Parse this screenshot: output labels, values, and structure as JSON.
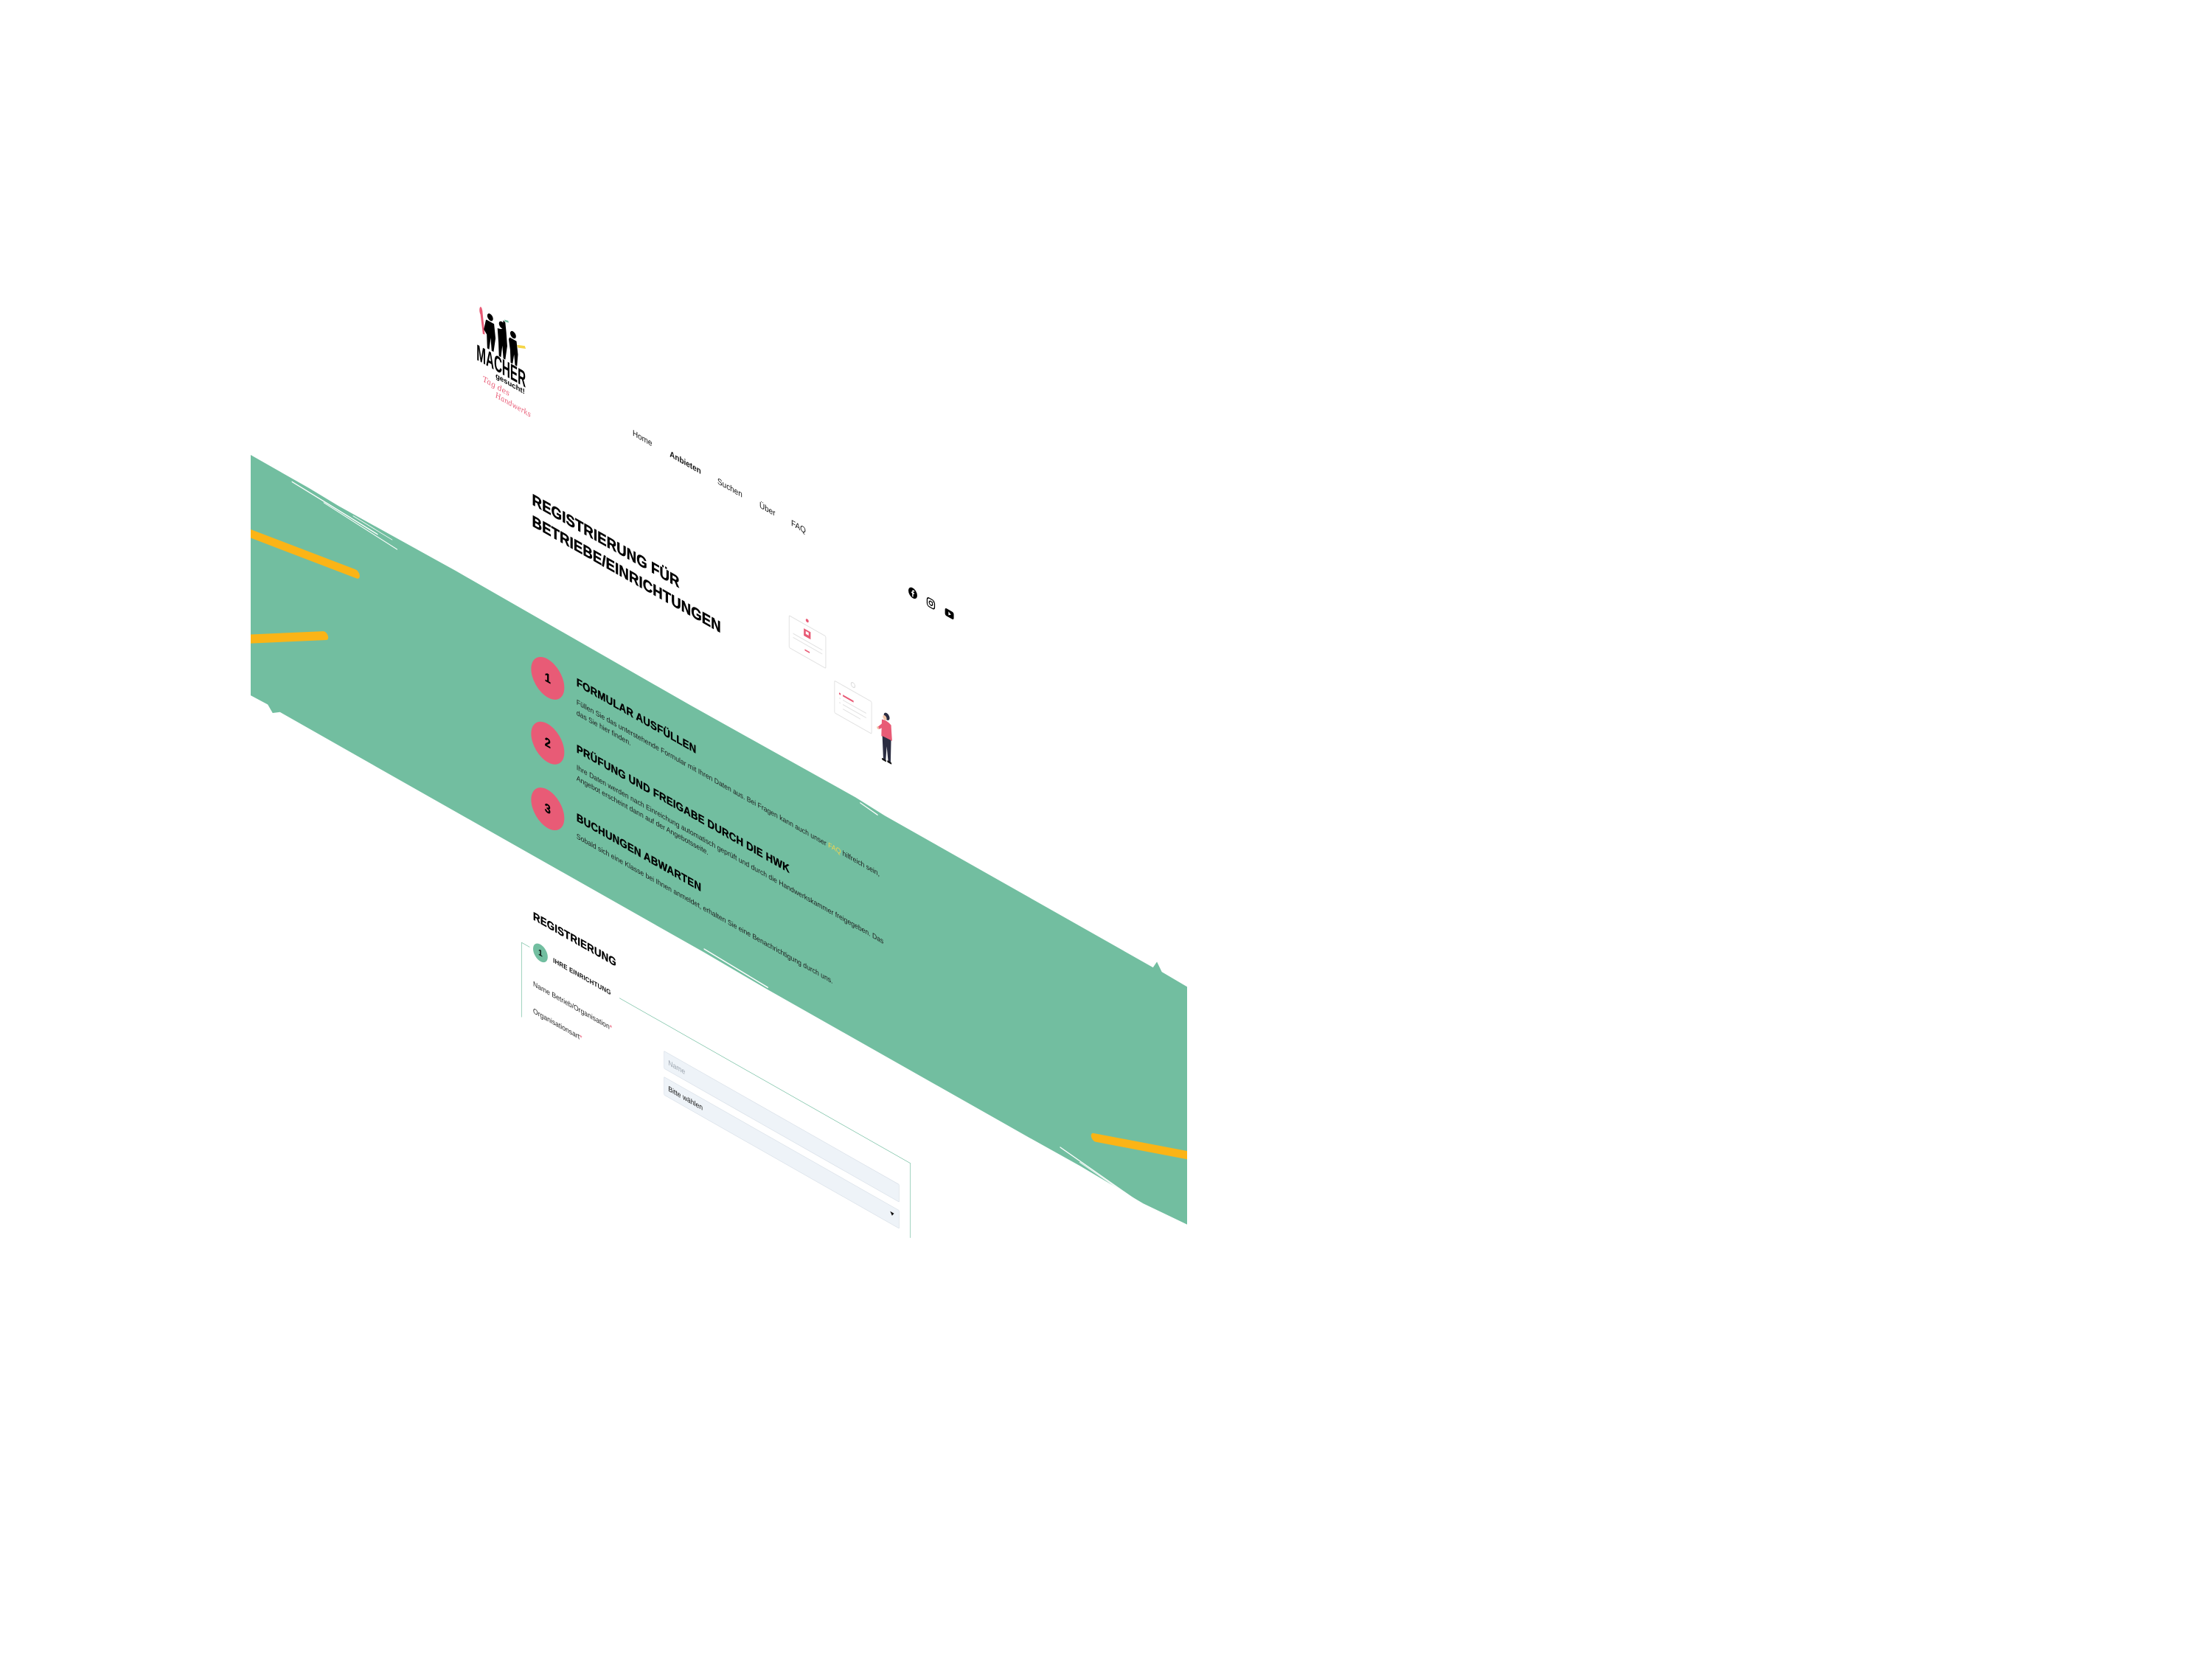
{
  "logo": {
    "title": "MACHER",
    "subtitle": "gesucht!",
    "tagline_line1": "Tag des",
    "tagline_line2": "Handwerks"
  },
  "nav": {
    "items": [
      {
        "label": "Home",
        "active": false
      },
      {
        "label": "Anbieten",
        "active": true
      },
      {
        "label": "Suchen",
        "active": false
      },
      {
        "label": "Über",
        "active": false
      },
      {
        "label": "FAQ",
        "active": false
      }
    ]
  },
  "social": [
    {
      "name": "facebook",
      "icon": "facebook-icon"
    },
    {
      "name": "instagram",
      "icon": "instagram-icon"
    },
    {
      "name": "youtube",
      "icon": "youtube-icon"
    }
  ],
  "hero": {
    "title_line1": "REGISTRIERUNG FÜR",
    "title_line2": "BETRIEBE/EINRICHTUNGEN"
  },
  "steps": [
    {
      "number": "1",
      "title": "FORMULAR AUSFÜLLEN",
      "line1_pre": "Füllen Sie das unterstehende Formular mit Ihren Daten aus. Bei Fragen kann auch unser ",
      "link": "FAQ",
      "line1_post": " hilfreich sein,",
      "line2": "das Sie hier finden."
    },
    {
      "number": "2",
      "title": "PRÜFUNG UND FREIGABE DURCH DIE HWK",
      "line1": "Ihre Daten werden nach Einreichung automatisch geprüft und durch die Handwerkskammer freigegeben. Das",
      "line2": "Angebot erscheint dann auf der Angebotsseite."
    },
    {
      "number": "3",
      "title": "BUCHUNGEN ABWARTEN",
      "line1": "Sobald sich eine Klasse bei Ihnen anmeldet, erhalten Sie eine Benachrichtigung durch uns."
    }
  ],
  "form": {
    "title": "REGISTRIERUNG",
    "section": {
      "number": "1",
      "label": "IHRE EINRICHTUNG"
    },
    "fields": [
      {
        "label": "Name Betrieb/Organisation",
        "required": "*",
        "placeholder": "Name",
        "value": ""
      },
      {
        "label": "Organisationsart",
        "required": "*",
        "value": "Bitte wählen"
      }
    ]
  },
  "colors": {
    "band_green": "#72bea0",
    "step_pink": "#e85b76",
    "brush_yellow": "#fbb416",
    "link_yellow": "#f3d54e",
    "input_bg": "#eef3f8"
  }
}
